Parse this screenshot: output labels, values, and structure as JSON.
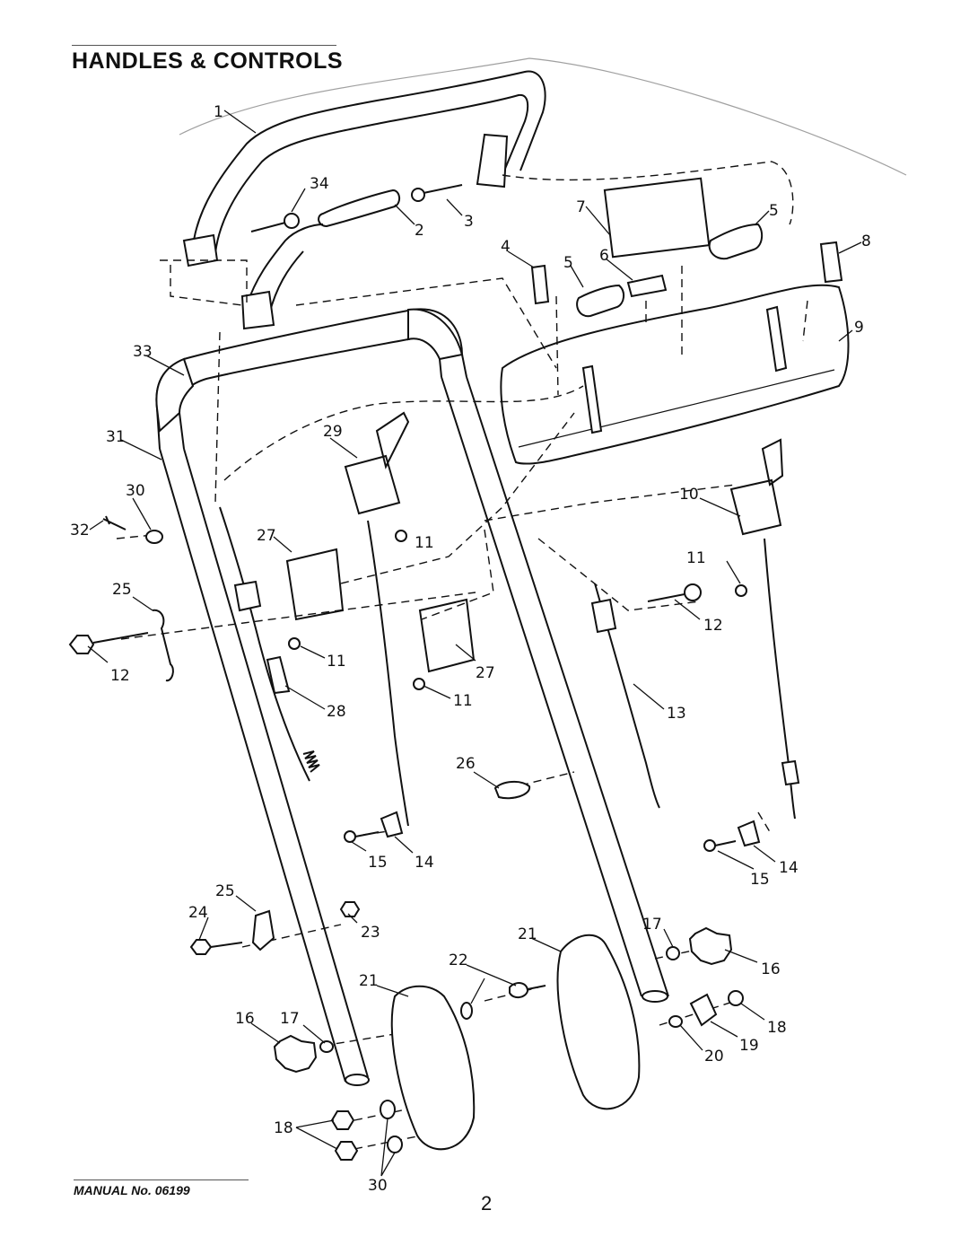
{
  "title": "HANDLES & CONTROLS",
  "manual": "MANUAL No. 06199",
  "page_number": "2",
  "callouts": {
    "c1": "1",
    "c2": "2",
    "c3": "3",
    "c4": "4",
    "c5a": "5",
    "c5b": "5",
    "c6": "6",
    "c7": "7",
    "c8": "8",
    "c9": "9",
    "c10": "10",
    "c11a": "11",
    "c11b": "11",
    "c11c": "11",
    "c11d": "11",
    "c12a": "12",
    "c12b": "12",
    "c13": "13",
    "c14a": "14",
    "c14b": "14",
    "c15a": "15",
    "c15b": "15",
    "c16a": "16",
    "c16b": "16",
    "c17a": "17",
    "c17b": "17",
    "c18a": "18",
    "c18b": "18",
    "c19": "19",
    "c20": "20",
    "c21a": "21",
    "c21b": "21",
    "c22": "22",
    "c23": "23",
    "c24": "24",
    "c25a": "25",
    "c25b": "25",
    "c26": "26",
    "c27a": "27",
    "c27b": "27",
    "c28": "28",
    "c29": "29",
    "c30a": "30",
    "c30b": "30",
    "c31": "31",
    "c32": "32",
    "c33": "33",
    "c34": "34"
  }
}
